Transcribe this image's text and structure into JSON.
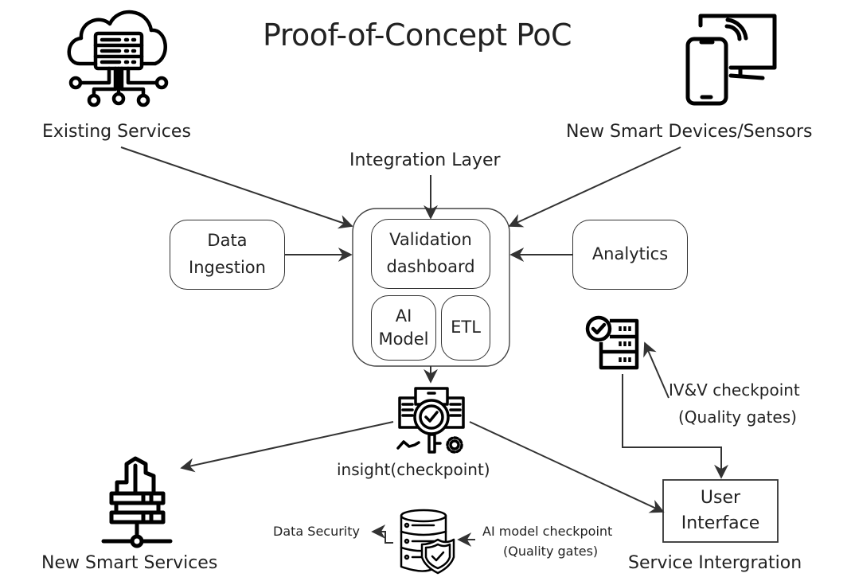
{
  "title": "Proof-of-Concept PoC",
  "nodes": {
    "existing_services": {
      "label": "Existing Services",
      "icon": "cloud-server-icon"
    },
    "new_devices": {
      "label": "New Smart Devices/Sensors",
      "icon": "phone-monitor-wireless-icon"
    },
    "integration_layer": {
      "label": "Integration Layer"
    },
    "data_ingestion": {
      "line1": "Data",
      "line2": "Ingestion"
    },
    "analytics": {
      "label": "Analytics"
    },
    "validation_dashboard": {
      "line1": "Validation",
      "line2": "dashboard"
    },
    "ai_model": {
      "line1": "AI",
      "line2": "Model"
    },
    "etl": {
      "label": "ETL"
    },
    "insight": {
      "label": "insight(checkpoint)",
      "icon": "document-magnifier-check-icon"
    },
    "ivv": {
      "line1": "IV&V checkpoint",
      "line2": "(Quality gates)",
      "icon": "server-check-icon"
    },
    "new_smart_services": {
      "label": "New Smart Services",
      "icon": "building-server-network-icon"
    },
    "data_security": {
      "label": "Data Security",
      "icon": "database-shield-icon"
    },
    "ai_model_checkpoint": {
      "line1": "AI model checkpoint",
      "line2": "(Quality gates)"
    },
    "user_interface": {
      "line1": "User",
      "line2": "Interface"
    },
    "service_integration": {
      "label": "Service Intergration"
    }
  },
  "colors": {
    "stroke": "#333333",
    "icon": "#000000",
    "text": "#222222",
    "background": "#ffffff"
  }
}
